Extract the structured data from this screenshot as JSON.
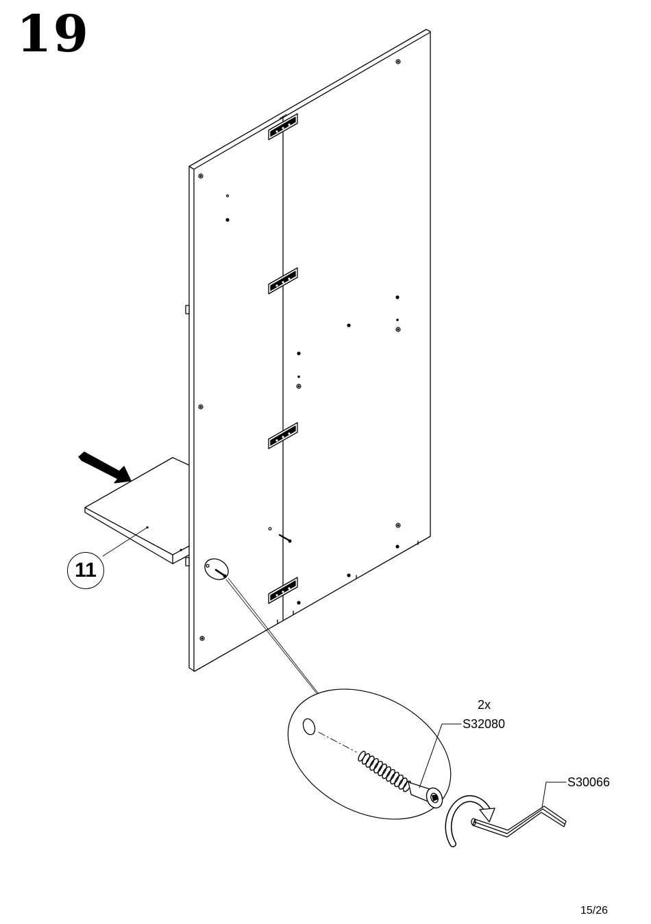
{
  "step": {
    "number": "19"
  },
  "parts": {
    "shelf_label": "11"
  },
  "hardware": {
    "quantity": "2x",
    "screw_code": "S32080",
    "key_code": "S30066"
  },
  "footer": {
    "page": "15/26"
  }
}
